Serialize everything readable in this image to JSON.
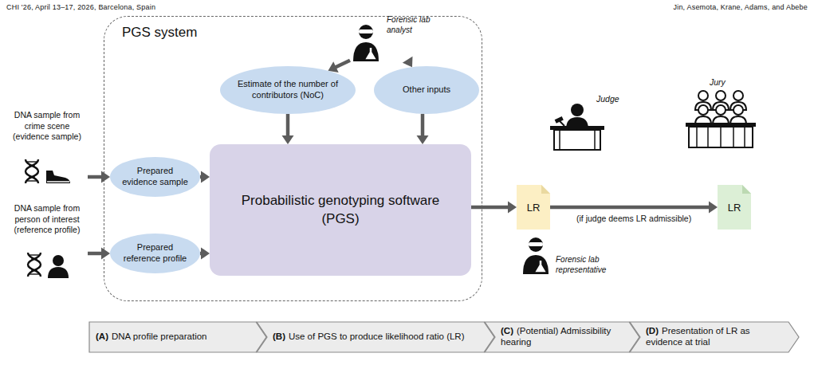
{
  "diagram": {
    "nodes": [
      {
        "text": [
          "PGS system"
        ]
      },
      {
        "text": [
          "Forensic lab analyst"
        ],
        "in": 0
      },
      {
        "text": [
          "Estimate of the number of contributors (NoC)"
        ],
        "in": 0
      },
      {
        "text": [
          "Other inputs"
        ],
        "in": 0
      },
      {
        "text": [
          "DNA sample from crime scene (evidence sample)"
        ]
      },
      {
        "text": [
          "Prepared evidence sample"
        ],
        "in": 0
      },
      {
        "text": [
          "DNA sample from person of interest (reference profile)"
        ]
      },
      {
        "text": [
          "Prepared reference profile"
        ],
        "in": 0
      },
      {
        "text": [
          "Probabilistic genotyping software (PGS)"
        ],
        "in": 0
      },
      {
        "text": [
          "LR"
        ]
      },
      {
        "text": [
          "LR"
        ]
      },
      {
        "text": [
          "(A)",
          "DNA profile preparation"
        ]
      },
      {
        "text": [
          "(B)",
          "Use of PGS to produce likelihood ratio (LR)"
        ]
      },
      {
        "text": [
          "(C)",
          "(Potential) Admissibility hearing"
        ]
      },
      {
        "text": [
          "(D)",
          "Presentation of LR as evidence at trial"
        ]
      }
    ],
    "edges": [
      {
        "from": 1,
        "to": 2,
        "arrow": "to"
      },
      {
        "from": 1,
        "to": 3,
        "arrow": "to"
      },
      {
        "from": 4,
        "to": 5,
        "arrow": "to"
      },
      {
        "from": 6,
        "to": 7,
        "arrow": "to"
      },
      {
        "from": 5,
        "to": 8,
        "arrow": "to"
      },
      {
        "from": 7,
        "to": 8,
        "arrow": "to"
      },
      {
        "from": 2,
        "to": 8,
        "arrow": "to"
      },
      {
        "from": 3,
        "to": 8,
        "arrow": "to"
      },
      {
        "from": 8,
        "to": 9,
        "arrow": "to"
      },
      {
        "from": 9,
        "to": 10,
        "label": "(if judge deems LR admissible)",
        "arrow": "to"
      }
    ],
    "labels": [
      "CHI '26, April 13–17, 2026, Barcelona, Spain",
      "Jin, Asemota, Krane, Adams, and Abebe",
      "Judge",
      "Jury",
      "Forensic lab representative"
    ]
  }
}
